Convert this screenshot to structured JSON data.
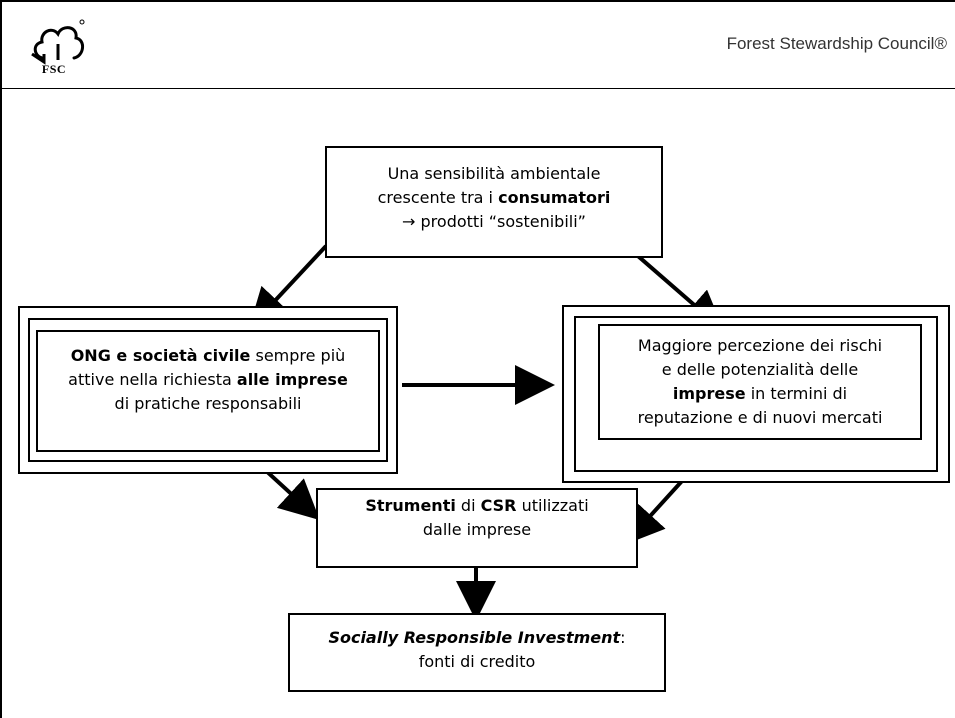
{
  "header": {
    "logo_text": "FSC",
    "organization": "Forest Stewardship Council®"
  },
  "diagram": {
    "consumers": {
      "l1": "Una sensibilità ambientale",
      "l2_pre": "crescente tra i ",
      "l2_bold": "consumatori",
      "l3": "→ prodotti “sostenibili”"
    },
    "ngo": {
      "l1_bold": "ONG e società civile",
      "l1_post": " sempre più",
      "l2_pre": "attive nella richiesta ",
      "l2_bold": "alle imprese",
      "l3": "di pratiche responsabili"
    },
    "risk": {
      "l1": "Maggiore percezione dei rischi",
      "l2": "e delle potenzialità delle",
      "l3_bold": "imprese",
      "l3_post": " in termini di",
      "l4": "reputazione e di nuovi mercati"
    },
    "csr": {
      "l1_bold_a": "Strumenti",
      "l1_mid": " di ",
      "l1_bold_b": "CSR",
      "l1_post": " utilizzati",
      "l2": "dalle imprese"
    },
    "sri": {
      "l1_italic_bold": "Socially Responsible Investment",
      "l1_post": ":",
      "l2": "fonti di credito"
    }
  }
}
